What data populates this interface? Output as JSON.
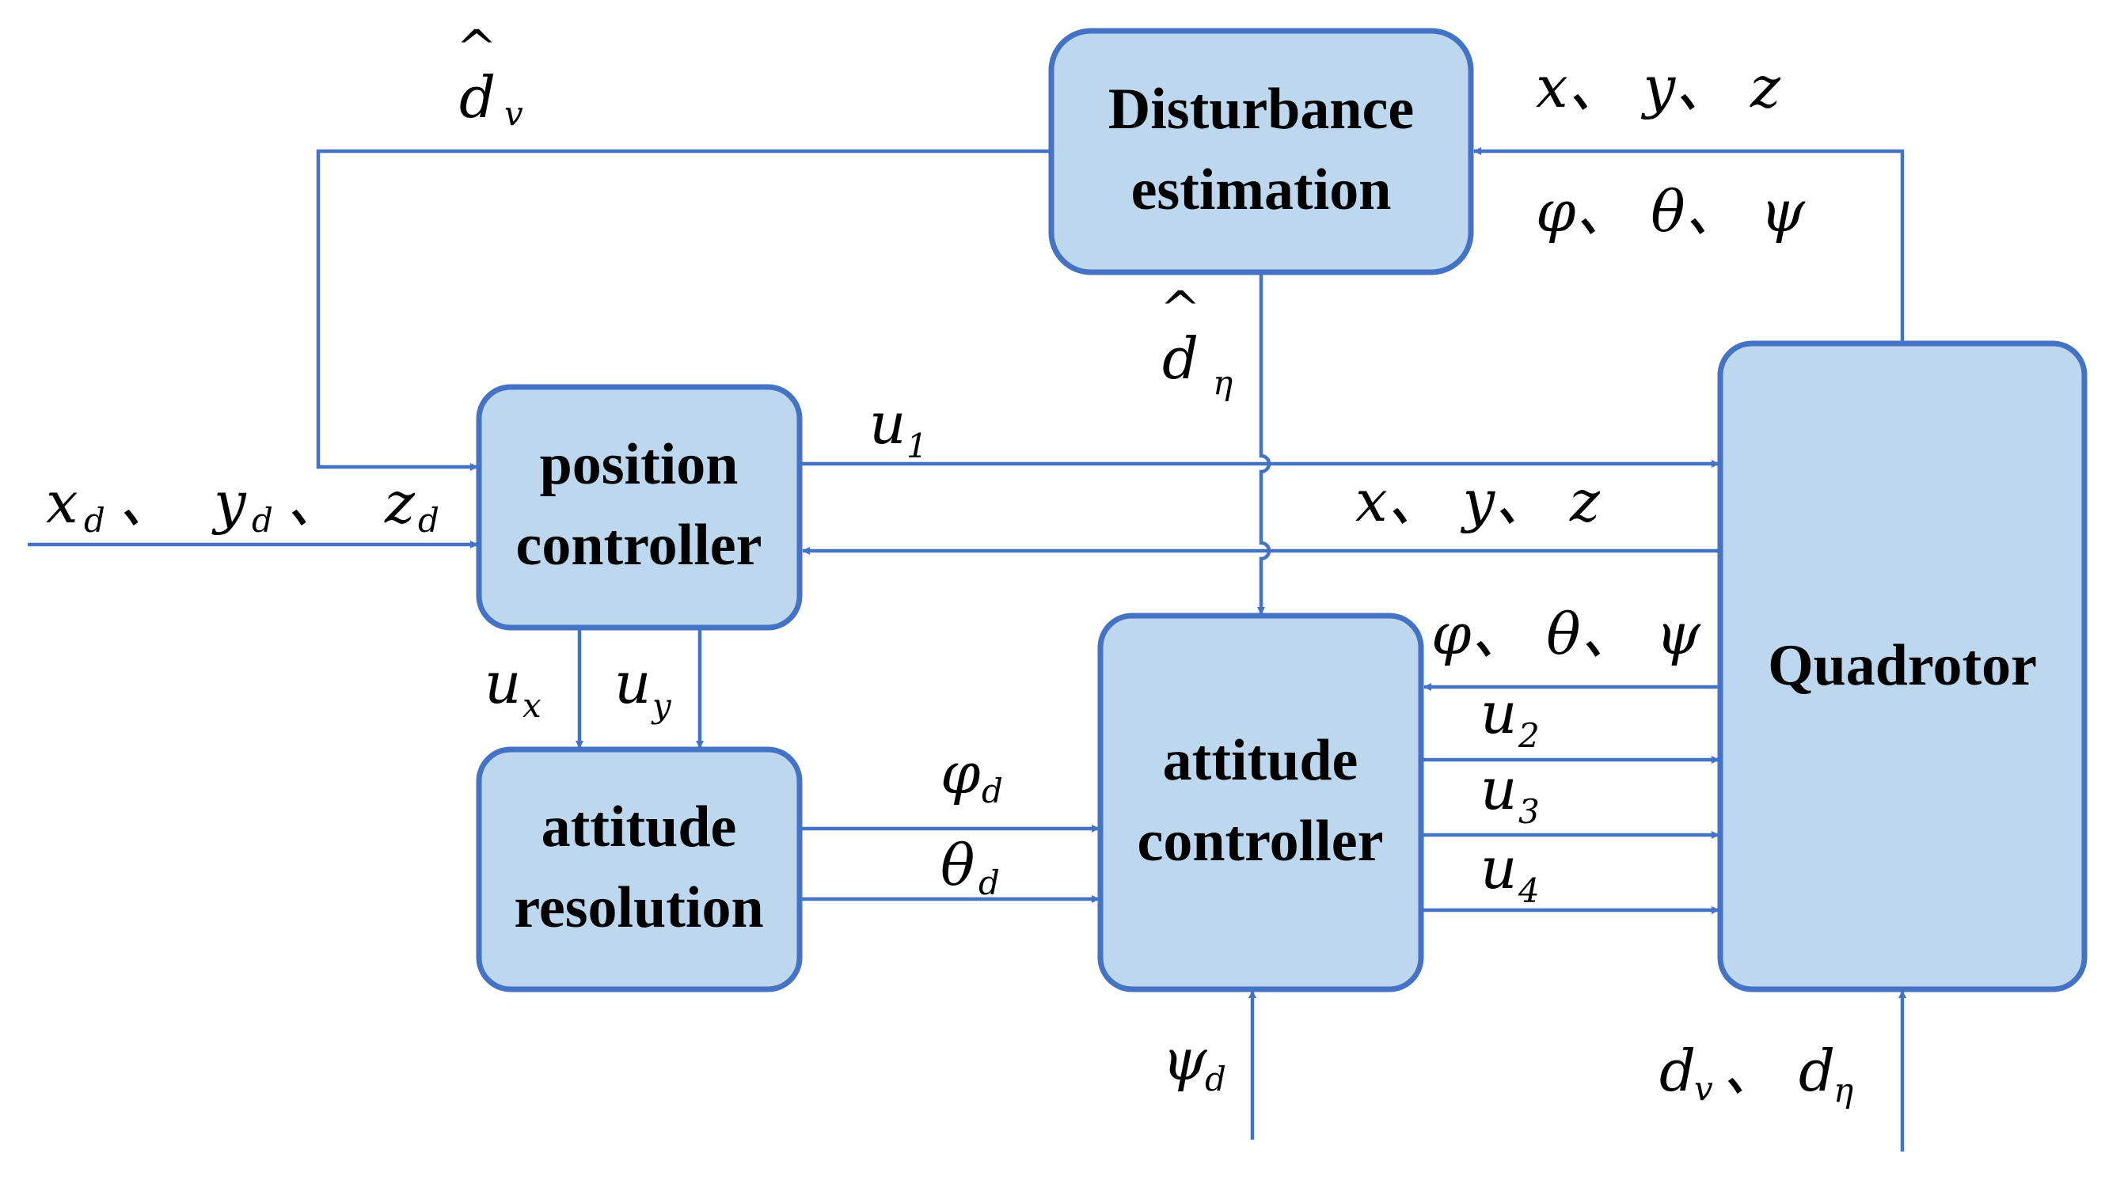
{
  "blocks": {
    "disturbance": [
      "Disturbance",
      "estimation"
    ],
    "position": [
      "position",
      "controller"
    ],
    "attitude_resolution": [
      "attitude",
      "resolution"
    ],
    "attitude_controller": [
      "attitude",
      "controller"
    ],
    "quadrotor": "Quadrotor"
  },
  "signals": {
    "d_v_hat": {
      "base": "d",
      "sub": "v",
      "hat": "^"
    },
    "d_eta_hat": {
      "base": "d",
      "sub": "η",
      "hat": "^"
    },
    "pos_feedback_top": "x、 y、 z",
    "att_feedback_top": "φ、 θ、 ψ",
    "u1": {
      "base": "u",
      "sub": "1"
    },
    "reference_in": {
      "x": "x",
      "y": "y",
      "z": "z",
      "sub": "d",
      "sep": "、"
    },
    "pos_feedback_mid": "x、 y、 z",
    "att_feedback_mid": "φ、 θ、 ψ",
    "ux": {
      "base": "u",
      "sub": "x"
    },
    "uy": {
      "base": "u",
      "sub": "y"
    },
    "u2": {
      "base": "u",
      "sub": "2"
    },
    "u3": {
      "base": "u",
      "sub": "3"
    },
    "u4": {
      "base": "u",
      "sub": "4"
    },
    "phi_d": {
      "base": "φ",
      "sub": "d"
    },
    "theta_d": {
      "base": "θ",
      "sub": "d"
    },
    "psi_d": {
      "base": "ψ",
      "sub": "d"
    },
    "disturbances": {
      "a": "d",
      "a_sub": "v",
      "sep": "、 ",
      "b": "d",
      "b_sub": "η"
    }
  },
  "colors": {
    "block_fill": "#bdd7ee",
    "stroke": "#4472c4"
  }
}
